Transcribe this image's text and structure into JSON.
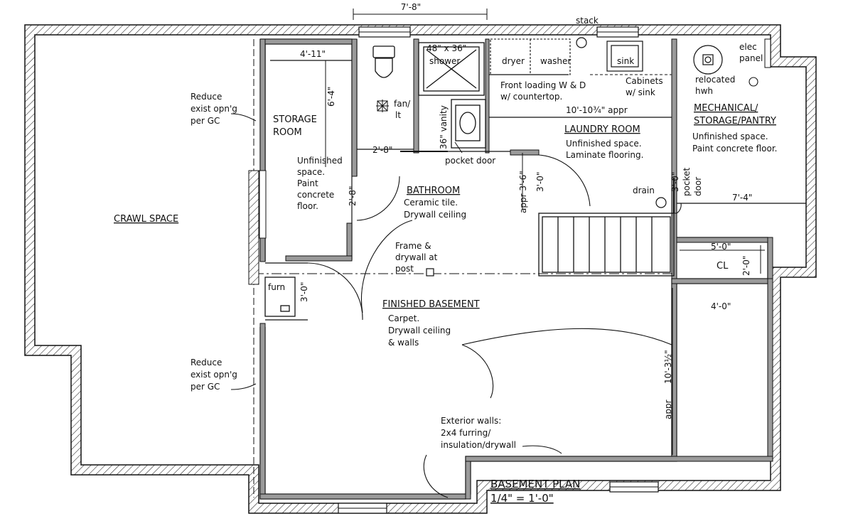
{
  "labels": {
    "overall_dim": "7'-8\"",
    "stack": "stack",
    "shower": "48\" x 36\"",
    "shower_sub": "shower",
    "dryer": "dryer",
    "washer": "washer",
    "sink": "sink",
    "elec_1": "elec",
    "elec_2": "panel",
    "hwh_1": "relocated",
    "hwh_2": "hwh",
    "storage_dim_w": "4'-11\"",
    "storage_dim_h": "6'-4\"",
    "reduce_1a": "Reduce",
    "reduce_1b": "exist opn'g",
    "reduce_1c": "per GC",
    "storage_title_1": "STORAGE",
    "storage_title_2": "ROOM",
    "storage_note_1": "Unfinished",
    "storage_note_2": "space.",
    "storage_note_3": "Paint",
    "storage_note_4": "concrete",
    "storage_note_5": "floor.",
    "storage_door": "2'-8\"",
    "fan_1": "fan/",
    "fan_2": "lt",
    "vanity": "36\" vanity",
    "bath_door": "2'-8\"",
    "pocket_door": "pocket door",
    "front_load_1": "Front loading W & D",
    "front_load_2": "w/ countertop.",
    "cab_1": "Cabinets",
    "cab_2": "w/ sink",
    "laundry_dim": "10'-10¾\"  appr",
    "laundry_title": "LAUNDRY ROOM",
    "laundry_note_1": "Unfinished space.",
    "laundry_note_2": "Laminate flooring.",
    "mech_title_1": "MECHANICAL/",
    "mech_title_2": "STORAGE/PANTRY",
    "mech_note_1": "Unfinished space.",
    "mech_note_2": "Paint concrete floor.",
    "appr_3_6": "appr 3'-6\"",
    "stair_door": "3'-0\"",
    "drain": "drain",
    "pocket_v1": "pocket",
    "pocket_v2": "door",
    "mech_door": "3'-0\"",
    "dim_7_4": "7'-4\"",
    "bath_title": "BATHROOM",
    "bath_note_1": "Ceramic tile.",
    "bath_note_2": "Drywall ceiling",
    "crawl": "CRAWL SPACE",
    "frame_1": "Frame &",
    "frame_2": "drywall at",
    "frame_3": "post",
    "closet_w": "5'-0\"",
    "closet": "CL",
    "closet_d": "2'-0\"",
    "furn": "furn",
    "furn_door": "3'-0\"",
    "fin_title": "FINISHED BASEMENT",
    "fin_note_1": "Carpet.",
    "fin_note_2": "Drywall ceiling",
    "fin_note_3": "& walls",
    "dim_4_0": "4'-0\"",
    "reduce_2a": "Reduce",
    "reduce_2b": "exist opn'g",
    "reduce_2c": "per GC",
    "dim_10_3": "10'-3½\"",
    "dim_appr": "appr",
    "ext_1": "Exterior walls:",
    "ext_2": "2x4 furring/",
    "ext_3": "insulation/drywall",
    "plan_title": "BASEMENT PLAN",
    "scale": "1/4\" = 1'-0\""
  }
}
